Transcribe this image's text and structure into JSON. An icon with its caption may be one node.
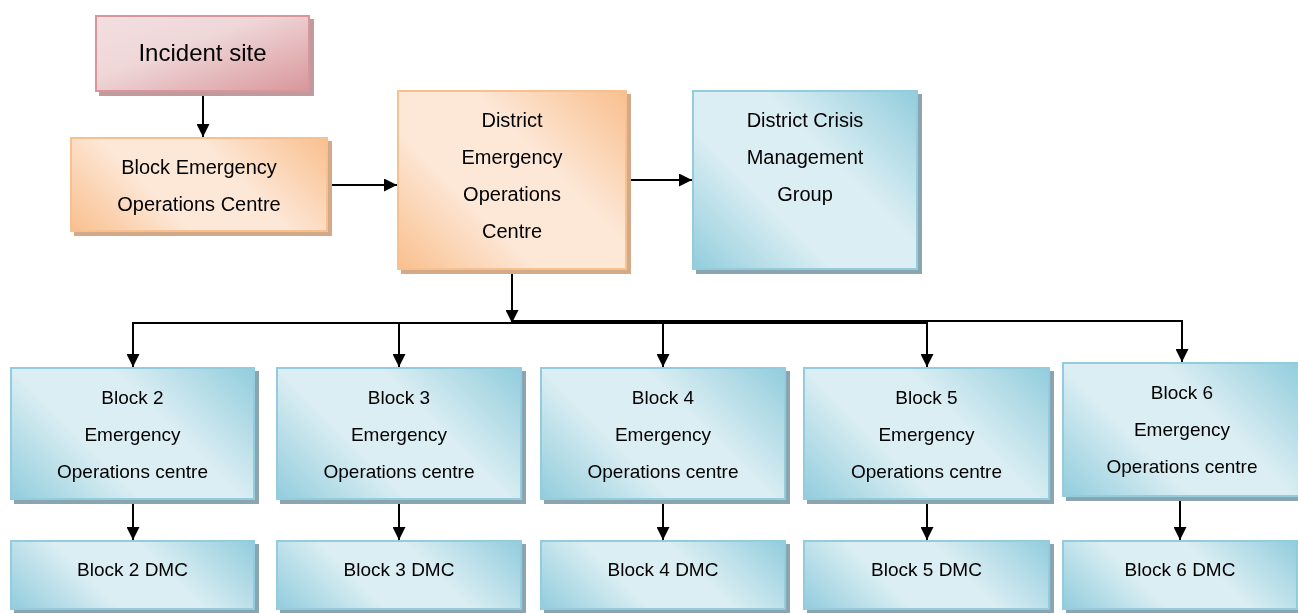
{
  "diagram": {
    "nodes": [
      {
        "text": [
          "Incident site"
        ]
      },
      {
        "text": [
          "Block Emergency Operations Centre"
        ]
      },
      {
        "text": [
          "District Emergency Operations Centre"
        ]
      },
      {
        "text": [
          "District Crisis Management Group"
        ]
      },
      {
        "text": [
          "Block 2 Emergency Operations centre"
        ]
      },
      {
        "text": [
          "Block 3 Emergency Operations centre"
        ]
      },
      {
        "text": [
          "Block 4 Emergency Operations centre"
        ]
      },
      {
        "text": [
          "Block 5 Emergency Operations centre"
        ]
      },
      {
        "text": [
          "Block 6 Emergency Operations centre"
        ]
      },
      {
        "text": [
          "Block 2 DMC"
        ]
      },
      {
        "text": [
          "Block 3 DMC"
        ]
      },
      {
        "text": [
          "Block 4 DMC"
        ]
      },
      {
        "text": [
          "Block 5 DMC"
        ]
      },
      {
        "text": [
          "Block 6 DMC"
        ]
      }
    ],
    "edges": [
      {
        "from": 0,
        "to": 1,
        "arrow": "to"
      },
      {
        "from": 1,
        "to": 2,
        "arrow": "to"
      },
      {
        "from": 2,
        "to": 3,
        "arrow": "to"
      },
      {
        "from": 2,
        "to": 4,
        "arrow": "to"
      },
      {
        "from": 2,
        "to": 5,
        "arrow": "to"
      },
      {
        "from": 2,
        "to": 6,
        "arrow": "to"
      },
      {
        "from": 2,
        "to": 7,
        "arrow": "to"
      },
      {
        "from": 2,
        "to": 8,
        "arrow": "to"
      },
      {
        "from": 4,
        "to": 9,
        "arrow": "to"
      },
      {
        "from": 5,
        "to": 10,
        "arrow": "to"
      },
      {
        "from": 6,
        "to": 11,
        "arrow": "to"
      },
      {
        "from": 7,
        "to": 12,
        "arrow": "to"
      },
      {
        "from": 8,
        "to": 13,
        "arrow": "to"
      }
    ]
  }
}
